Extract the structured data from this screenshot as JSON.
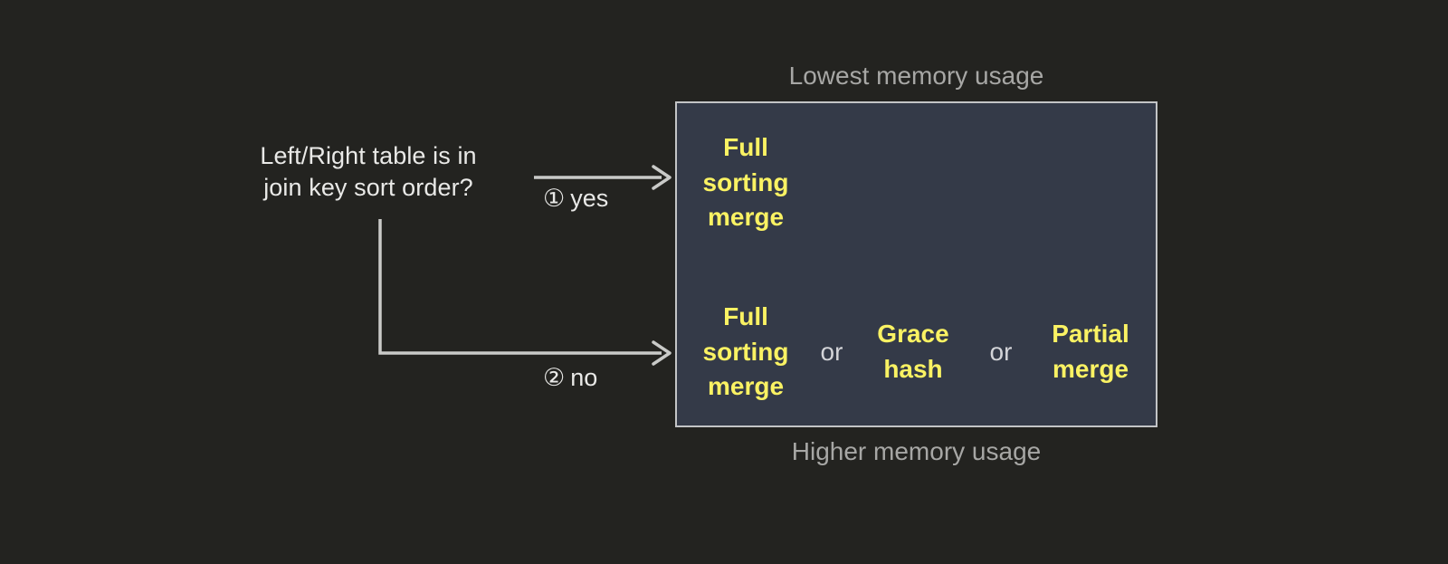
{
  "diagram": {
    "question": "Left/Right table is in\njoin key sort order?",
    "branches": [
      {
        "marker": "①",
        "label": "yes"
      },
      {
        "marker": "②",
        "label": "no"
      }
    ],
    "captions": {
      "top": "Lowest memory usage",
      "bottom": "Higher memory usage"
    },
    "panel": {
      "rows": [
        {
          "items": [
            {
              "text": "Full\nsorting\nmerge"
            }
          ],
          "separators": []
        },
        {
          "items": [
            {
              "text": "Full\nsorting\nmerge"
            },
            {
              "text": "Grace\nhash"
            },
            {
              "text": "Partial\nmerge"
            }
          ],
          "separators": [
            "or",
            "or"
          ]
        }
      ]
    },
    "colors": {
      "background": "#232320",
      "panel_fill": "#343a48",
      "panel_border": "#c3c4c6",
      "option_text": "#faf263",
      "separator_text": "#d3d4d8",
      "question_text": "#e9e9e7",
      "caption_text": "#a7a7a5",
      "connector": "#c9cac8"
    }
  }
}
